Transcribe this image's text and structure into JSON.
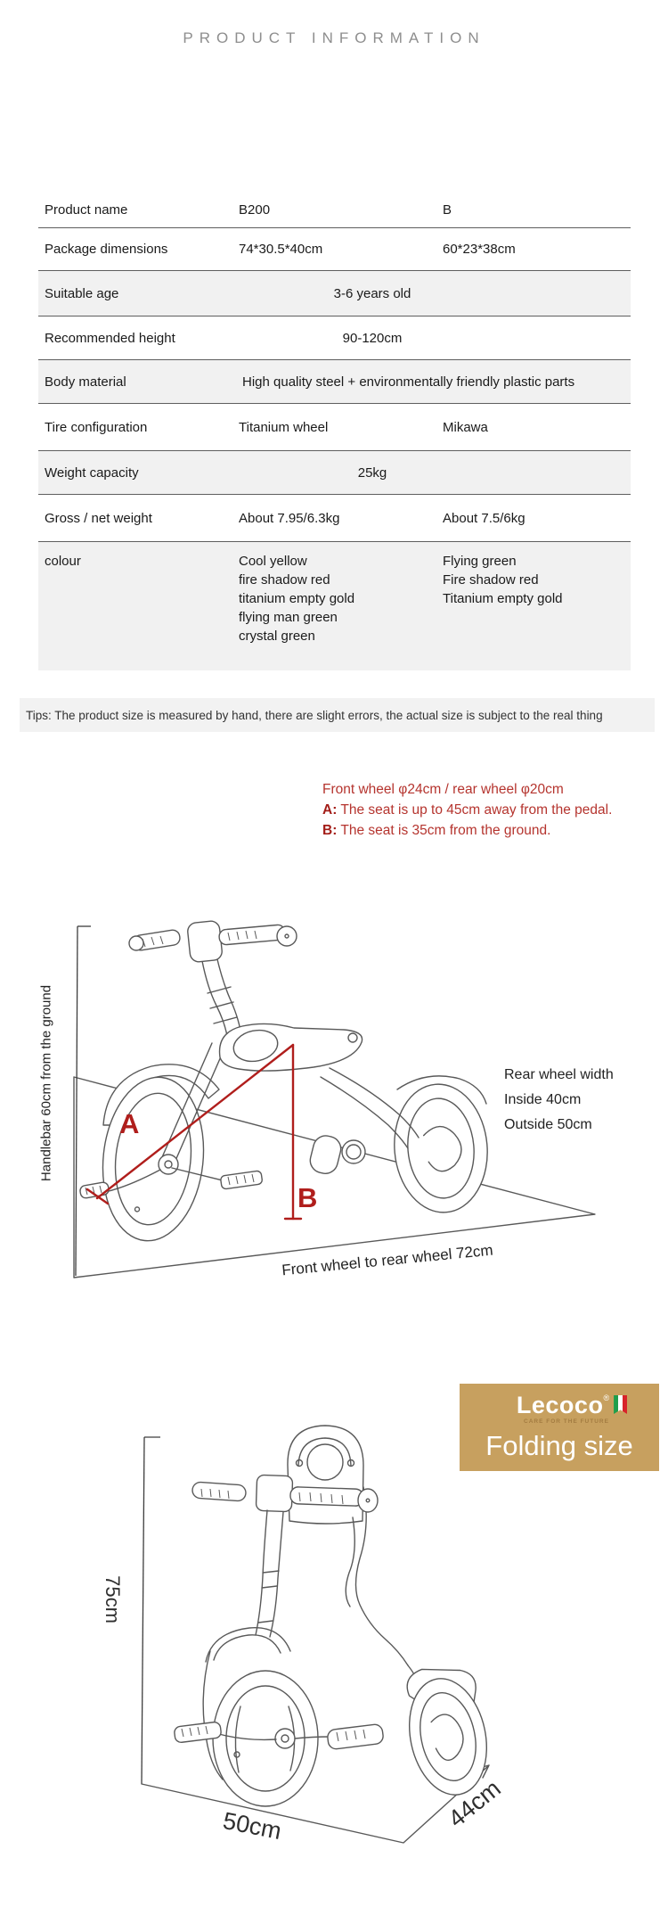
{
  "page": {
    "title": "PRODUCT INFORMATION"
  },
  "colors": {
    "accent_red": "#b01e1c",
    "badge_gold": "#c7a05f",
    "table_band": "#f1f1f1"
  },
  "spec_table": {
    "rows": [
      {
        "label": "Product name",
        "col2": "B200",
        "col3": "B"
      },
      {
        "label": "Package dimensions",
        "col2": "74*30.5*40cm",
        "col3": "60*23*38cm"
      },
      {
        "label": "Suitable age",
        "span_value": "3-6 years old"
      },
      {
        "label": "Recommended height",
        "span_value": "90-120cm"
      },
      {
        "label": "Body material",
        "span_value": "High quality steel + environmentally friendly plastic parts"
      },
      {
        "label": "Tire configuration",
        "col2": "Titanium wheel",
        "col3": "Mikawa"
      },
      {
        "label": "Weight capacity",
        "span_value": "25kg"
      },
      {
        "label": "Gross / net weight",
        "col2": "About 7.95/6.3kg",
        "col3": "About 7.5/6kg"
      },
      {
        "label": "colour",
        "col2": "Cool yellow\nfire shadow red\ntitanium empty gold\nflying man green\ncrystal green",
        "col3": "Flying green\nFire shadow red\nTitanium empty gold"
      }
    ]
  },
  "tips": "Tips: The product size is measured by hand, there are slight errors, the actual size is subject to the real thing",
  "notes": {
    "line1": "Front wheel φ24cm / rear wheel φ20cm",
    "line2_prefix": "A:",
    "line2_text": " The seat is up to 45cm away from the pedal.",
    "line3_prefix": "B:",
    "line3_text": " The seat is 35cm from the ground."
  },
  "diagram1": {
    "left_label": "Handlebar 60cm from the ground",
    "marker_a": "A",
    "marker_b": "B",
    "right_label": "Rear wheel width\nInside 40cm\nOutside 50cm",
    "bottom_label": "Front wheel to rear wheel 72cm"
  },
  "badge": {
    "brand": "Lecoco",
    "reg": "®",
    "tagline": "CARE FOR THE FUTURE",
    "title": "Folding size"
  },
  "diagram2": {
    "height_label": "75cm",
    "width_label": "50cm",
    "depth_label": "44cm"
  }
}
